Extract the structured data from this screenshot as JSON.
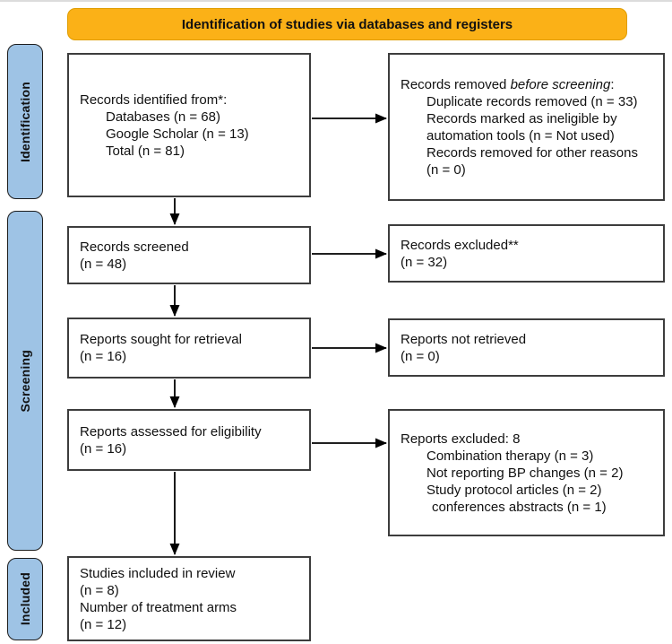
{
  "banner": {
    "text": "Identification of studies via databases and registers"
  },
  "sidebar": {
    "identification": "Identification",
    "screening": "Screening",
    "included": "Included"
  },
  "boxes": {
    "records_identified": {
      "title": "Records identified from*:",
      "items": [
        "Databases (n = 68)",
        "Google Scholar (n = 13)",
        "Total (n = 81)"
      ]
    },
    "records_removed": {
      "title_prefix": "Records removed ",
      "title_italic": "before screening",
      "title_suffix": ":",
      "items": [
        "Duplicate records removed (n = 33)",
        "Records marked as ineligible by automation tools (n = Not used)",
        "Records removed for other reasons (n = 0)"
      ]
    },
    "records_screened": {
      "lines": [
        "Records screened",
        "(n = 48)"
      ]
    },
    "records_excluded": {
      "lines": [
        "Records excluded**",
        "(n = 32)"
      ]
    },
    "reports_sought": {
      "lines": [
        "Reports sought for retrieval",
        "(n = 16)"
      ]
    },
    "reports_not_retrieved": {
      "lines": [
        "Reports not retrieved",
        "(n = 0)"
      ]
    },
    "reports_assessed": {
      "lines": [
        "Reports assessed for eligibility",
        "(n = 16)"
      ]
    },
    "reports_excluded": {
      "title": "Reports excluded: 8",
      "items": [
        "Combination therapy (n = 3)",
        "Not reporting BP changes (n = 2)",
        "Study protocol articles (n = 2)",
        "conferences abstracts (n = 1)"
      ]
    },
    "studies_included": {
      "lines": [
        "Studies included in review",
        "(n = 8)",
        "Number of treatment arms",
        "(n = 12)"
      ]
    }
  },
  "colors": {
    "banner_bg": "#FBB117",
    "banner_border": "#E09D00",
    "sidebar_bg": "#9EC3E5",
    "box_border": "#3D3D3D",
    "text": "#111111"
  }
}
